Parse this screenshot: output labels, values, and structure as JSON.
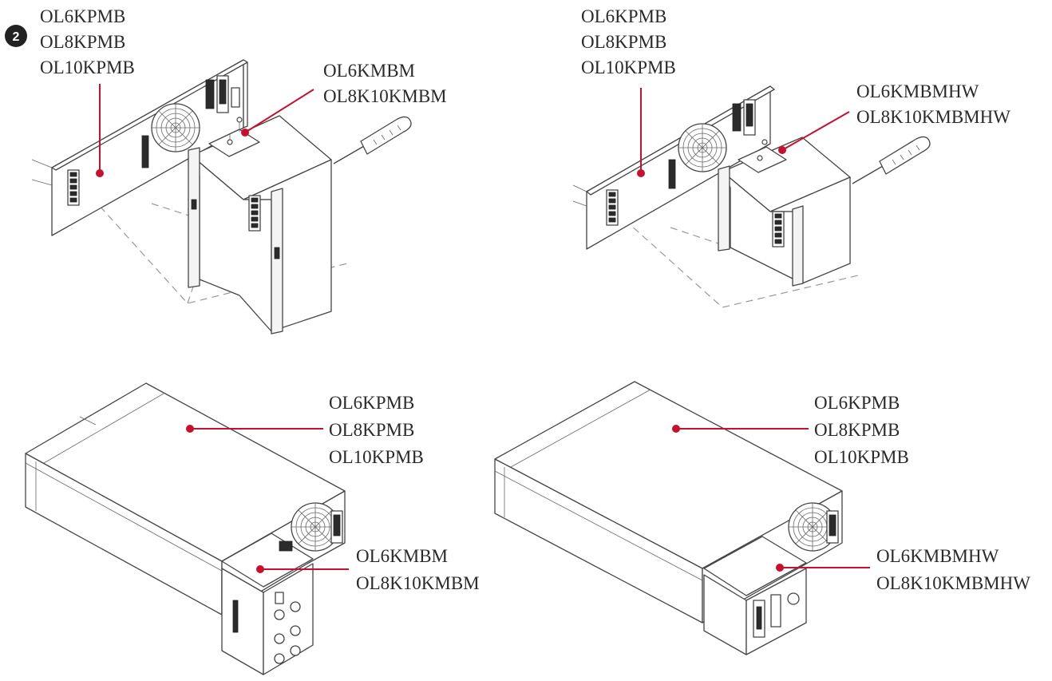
{
  "step_badge": "2",
  "colors": {
    "callout": "#c8102e",
    "line": "#444444",
    "text": "#2a2a2a"
  },
  "panels": [
    {
      "pm_labels": [
        "OL6KPMB",
        "OL8KPMB",
        "OL10KPMB"
      ],
      "bm_labels": [
        "OL6KMBM",
        "OL8K10KMBM"
      ]
    },
    {
      "pm_labels": [
        "OL6KPMB",
        "OL8KPMB",
        "OL10KPMB"
      ],
      "bm_labels": [
        "OL6KMBMHW",
        "OL8K10KMBMHW"
      ]
    },
    {
      "pm_labels": [
        "OL6KPMB",
        "OL8KPMB",
        "OL10KPMB"
      ],
      "bm_labels": [
        "OL6KMBM",
        "OL8K10KMBM"
      ]
    },
    {
      "pm_labels": [
        "OL6KPMB",
        "OL8KPMB",
        "OL10KPMB"
      ],
      "bm_labels": [
        "OL6KMBMHW",
        "OL8K10KMBMHW"
      ]
    }
  ]
}
